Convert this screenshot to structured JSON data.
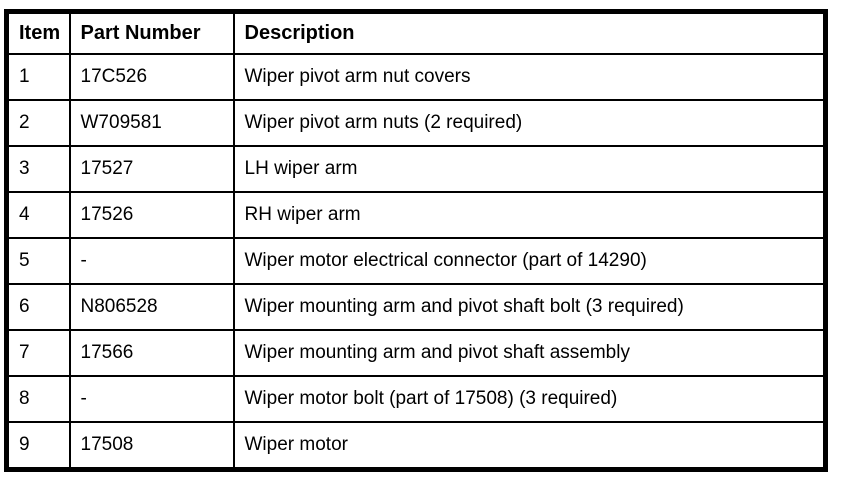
{
  "colors": {
    "background": "#ffffff",
    "border": "#000000",
    "text": "#000000"
  },
  "table": {
    "columns": [
      "Item",
      "Part Number",
      "Description"
    ],
    "rows": [
      {
        "item": "1",
        "part_number": "17C526",
        "description": "Wiper pivot arm nut covers"
      },
      {
        "item": "2",
        "part_number": "W709581",
        "description": "Wiper pivot arm nuts (2 required)"
      },
      {
        "item": "3",
        "part_number": "17527",
        "description": "LH wiper arm"
      },
      {
        "item": "4",
        "part_number": "17526",
        "description": "RH wiper arm"
      },
      {
        "item": "5",
        "part_number": "-",
        "description": "Wiper motor electrical connector (part of 14290)"
      },
      {
        "item": "6",
        "part_number": "N806528",
        "description": "Wiper mounting arm and pivot shaft bolt (3 required)"
      },
      {
        "item": "7",
        "part_number": "17566",
        "description": "Wiper mounting arm and pivot shaft assembly"
      },
      {
        "item": "8",
        "part_number": "-",
        "description": "Wiper motor bolt (part of 17508) (3 required)"
      },
      {
        "item": "9",
        "part_number": "17508",
        "description": "Wiper motor"
      }
    ]
  }
}
